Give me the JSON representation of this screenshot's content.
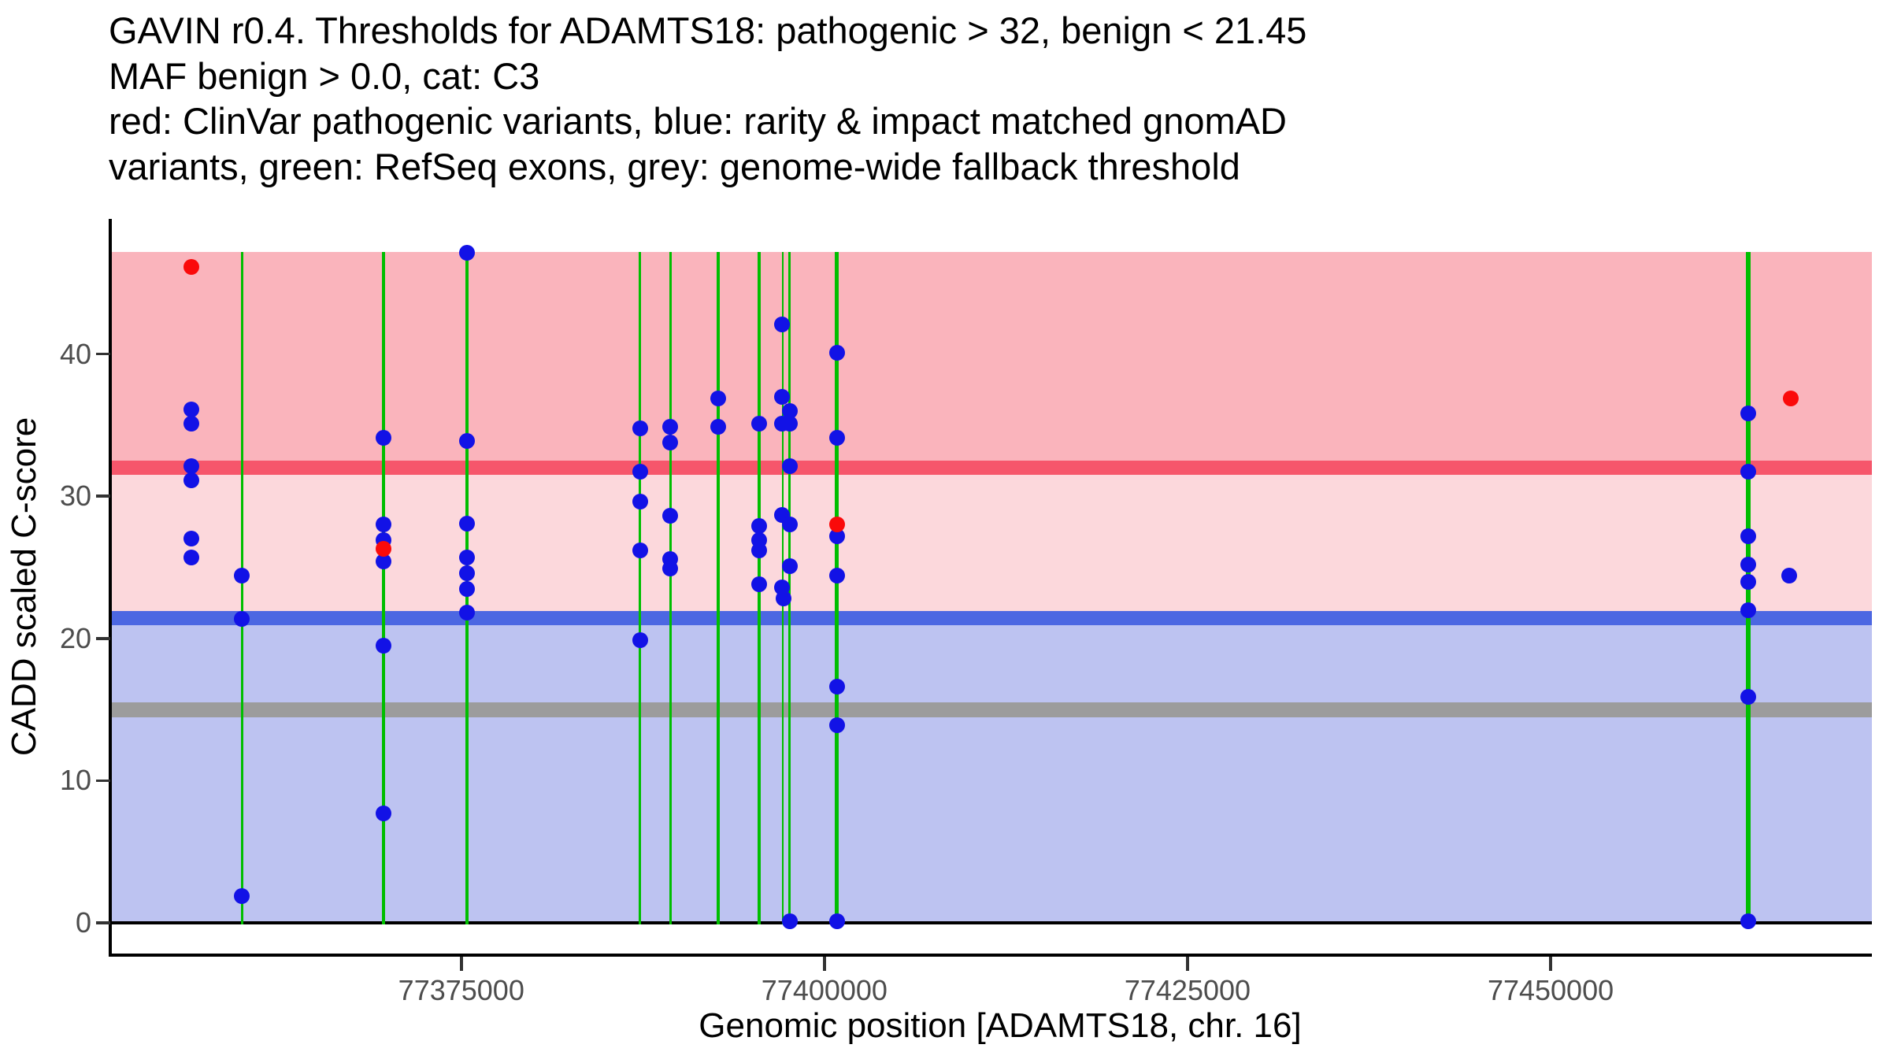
{
  "title_lines": [
    "GAVIN r0.4. Thresholds for ADAMTS18: pathogenic > 32, benign < 21.45",
    "MAF benign > 0.0, cat: C3",
    "red: ClinVar pathogenic variants, blue: rarity & impact matched gnomAD",
    "variants, green: RefSeq exons, grey: genome-wide fallback threshold"
  ],
  "axes": {
    "x": {
      "label": "Genomic position [ADAMTS18, chr. 16]",
      "domain": [
        77350830,
        77472120
      ],
      "ticks": [
        77375000,
        77400000,
        77425000,
        77450000
      ],
      "tick_labels": [
        "77375000",
        "77400000",
        "77425000",
        "77450000"
      ]
    },
    "y": {
      "label": "CADD scaled C-score",
      "domain": [
        0,
        47.2
      ],
      "ticks": [
        0,
        10,
        20,
        30,
        40
      ],
      "tick_labels": [
        "0",
        "10",
        "20",
        "30",
        "40"
      ]
    }
  },
  "colors": {
    "background": "#ffffff",
    "band_pathogenic": "#fab4bc",
    "band_intermediate": "#fcd8dc",
    "band_benign": "#bdc3f1",
    "threshold_pathogenic_line": "#f6566b",
    "threshold_benign_line": "#4c67e2",
    "fallback_line": "#9c9c9c",
    "zero_line": "#000000",
    "exon_line": "#00be00",
    "point_gnomad": "#1212e6",
    "point_clinvar": "#fa0a0a",
    "axis_text": "#4d4d4d",
    "axis_line": "#000000"
  },
  "chart_data": {
    "type": "scatter",
    "title": "GAVIN r0.4. Thresholds for ADAMTS18: pathogenic > 32, benign < 21.45 / MAF benign > 0.0, cat: C3",
    "xlabel": "Genomic position [ADAMTS18, chr. 16]",
    "ylabel": "CADD scaled C-score",
    "xlim": [
      77350830,
      77472120
    ],
    "ylim": [
      0,
      47.2
    ],
    "grid": false,
    "legend": "described in title text",
    "bands": [
      {
        "name": "pathogenic-region",
        "from": 32,
        "to": 47.2,
        "color_key": "band_pathogenic"
      },
      {
        "name": "intermediate-region",
        "from": 21.45,
        "to": 32,
        "color_key": "band_intermediate"
      },
      {
        "name": "benign-region",
        "from": 0,
        "to": 21.45,
        "color_key": "band_benign"
      }
    ],
    "threshold_lines": [
      {
        "name": "pathogenic-threshold",
        "value": 32,
        "color_key": "threshold_pathogenic_line",
        "thickness": 18
      },
      {
        "name": "benign-threshold",
        "value": 21.45,
        "color_key": "threshold_benign_line",
        "thickness": 18
      },
      {
        "name": "genome-wide-fallback-threshold",
        "value": 15,
        "color_key": "fallback_line",
        "thickness": 19
      },
      {
        "name": "zero-baseline",
        "value": 0,
        "color_key": "zero_line",
        "thickness": 4
      }
    ],
    "series": [
      {
        "name": "RefSeq exons",
        "type": "vline",
        "color_key": "exon_line",
        "lines": [
          {
            "pos": 77359900,
            "w": 3.5
          },
          {
            "pos": 77369650,
            "w": 3.5
          },
          {
            "pos": 77375400,
            "w": 3.5
          },
          {
            "pos": 77387300,
            "w": 3.5
          },
          {
            "pos": 77389400,
            "w": 3.5
          },
          {
            "pos": 77392700,
            "w": 3.5
          },
          {
            "pos": 77395500,
            "w": 3.5
          },
          {
            "pos": 77397150,
            "w": 2
          },
          {
            "pos": 77397600,
            "w": 3.5
          },
          {
            "pos": 77400850,
            "w": 5
          },
          {
            "pos": 77463600,
            "w": 6.5
          }
        ]
      },
      {
        "name": "rarity & impact matched gnomAD variants",
        "type": "scatter",
        "color_key": "point_gnomad",
        "points": [
          [
            77356400,
            36.1
          ],
          [
            77356400,
            35.1
          ],
          [
            77356400,
            32.1
          ],
          [
            77356400,
            31.1
          ],
          [
            77356400,
            27.0
          ],
          [
            77356400,
            25.7
          ],
          [
            77359900,
            24.4
          ],
          [
            77359900,
            21.4
          ],
          [
            77359900,
            1.9
          ],
          [
            77369650,
            34.1
          ],
          [
            77369650,
            28.0
          ],
          [
            77369650,
            26.9
          ],
          [
            77369650,
            25.4
          ],
          [
            77369650,
            19.5
          ],
          [
            77369650,
            7.7
          ],
          [
            77375400,
            47.1
          ],
          [
            77375400,
            33.9
          ],
          [
            77375400,
            28.1
          ],
          [
            77375400,
            25.7
          ],
          [
            77375400,
            24.6
          ],
          [
            77375400,
            23.5
          ],
          [
            77375400,
            21.8
          ],
          [
            77387300,
            34.8
          ],
          [
            77387300,
            31.7
          ],
          [
            77387300,
            29.6
          ],
          [
            77387300,
            26.2
          ],
          [
            77387300,
            19.9
          ],
          [
            77389400,
            34.9
          ],
          [
            77389400,
            33.8
          ],
          [
            77389400,
            28.6
          ],
          [
            77389400,
            25.6
          ],
          [
            77389400,
            24.9
          ],
          [
            77392700,
            36.9
          ],
          [
            77392700,
            34.9
          ],
          [
            77395500,
            35.1
          ],
          [
            77395500,
            27.9
          ],
          [
            77395500,
            26.9
          ],
          [
            77395500,
            26.2
          ],
          [
            77395500,
            23.8
          ],
          [
            77397100,
            42.1
          ],
          [
            77397100,
            37.0
          ],
          [
            77397100,
            35.1
          ],
          [
            77397100,
            28.7
          ],
          [
            77397100,
            23.6
          ],
          [
            77397200,
            22.8
          ],
          [
            77397600,
            36.0
          ],
          [
            77397600,
            35.1
          ],
          [
            77397600,
            32.1
          ],
          [
            77397600,
            28.0
          ],
          [
            77397600,
            25.1
          ],
          [
            77397600,
            0.1
          ],
          [
            77400850,
            40.1
          ],
          [
            77400850,
            34.1
          ],
          [
            77400850,
            27.2
          ],
          [
            77400850,
            24.4
          ],
          [
            77400850,
            16.6
          ],
          [
            77400850,
            13.9
          ],
          [
            77400850,
            0.1
          ],
          [
            77463600,
            35.8
          ],
          [
            77463600,
            31.7
          ],
          [
            77463600,
            27.2
          ],
          [
            77463600,
            25.2
          ],
          [
            77463600,
            24.0
          ],
          [
            77463600,
            22.0
          ],
          [
            77463600,
            15.9
          ],
          [
            77463600,
            0.1
          ],
          [
            77466450,
            24.4
          ]
        ]
      },
      {
        "name": "ClinVar pathogenic variants",
        "type": "scatter",
        "color_key": "point_clinvar",
        "points": [
          [
            77356400,
            46.1
          ],
          [
            77369650,
            26.3
          ],
          [
            77400850,
            28.0
          ],
          [
            77466550,
            36.9
          ]
        ]
      }
    ]
  }
}
